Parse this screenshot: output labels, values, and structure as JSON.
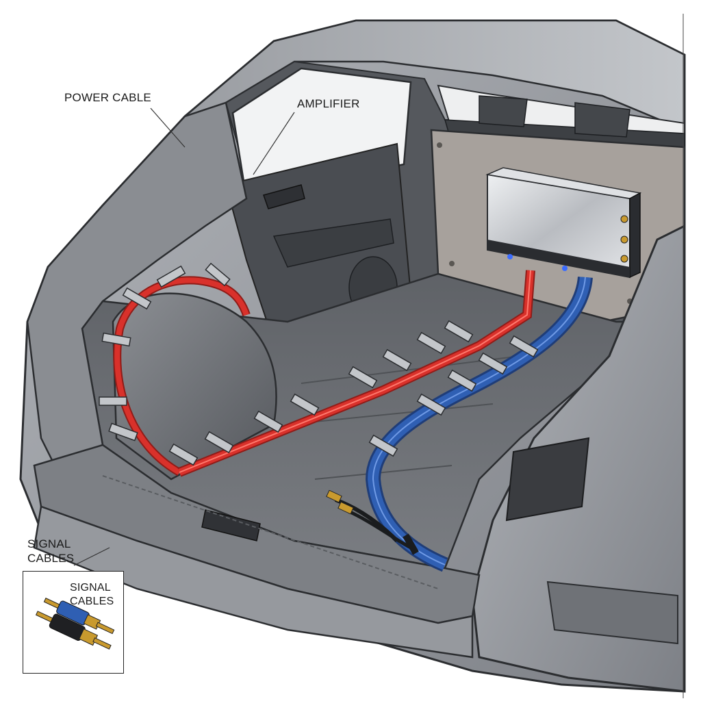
{
  "labels": {
    "power_cable": "POWER CABLE",
    "amplifier": "AMPLIFIER",
    "signal_cables": "SIGNAL CABLES",
    "inset_signal_cables": "SIGNAL CABLES"
  },
  "colors": {
    "power_cable": "#d9312b",
    "signal_cable": "#2f5fb3",
    "car_body": "#8f9297",
    "trunk_floor": "#6d7075",
    "amplifier_body": "#c9ccd0",
    "mounting_board": "#a7a19c",
    "rca_gold": "#c99a2e",
    "indicator_led": "#3b6cff"
  },
  "icons": {
    "clips": "cable-clip-icon",
    "connectors": "rca-connector-icon"
  }
}
